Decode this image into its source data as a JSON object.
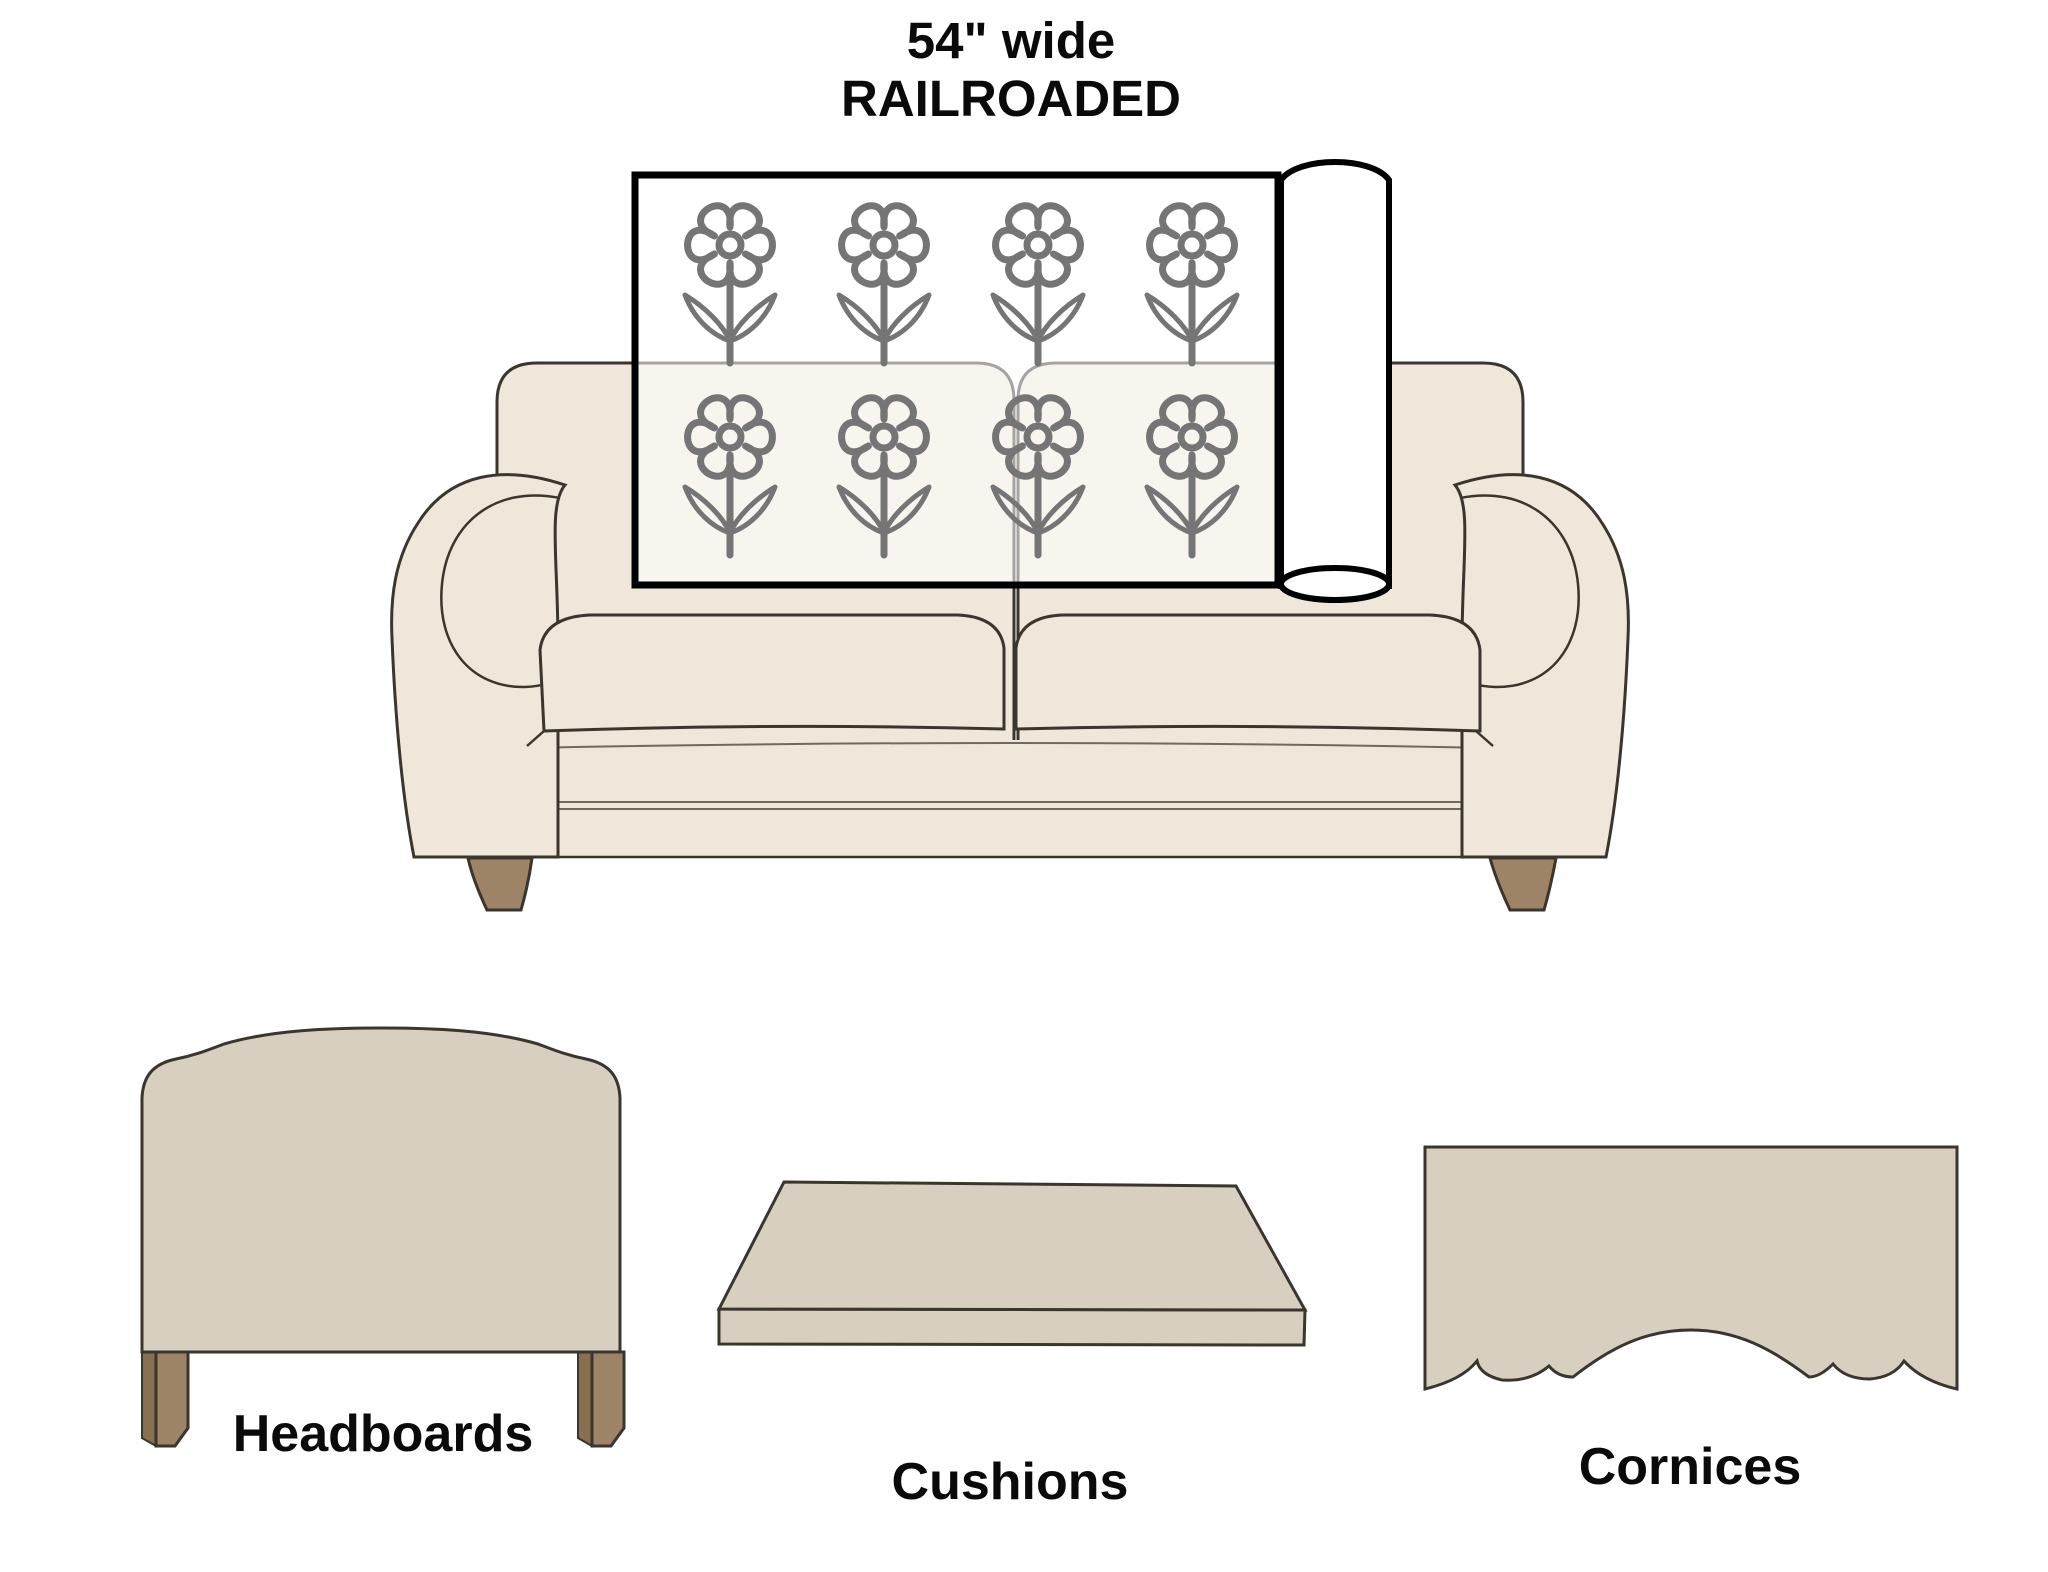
{
  "title": {
    "line1": "54\" wide",
    "line2": "RAILROADED"
  },
  "fabric": {
    "pattern_icon": "flower-icon",
    "flower_columns": 4,
    "flower_rows": 2
  },
  "sections": {
    "headboards": {
      "label": "Headboards"
    },
    "cushions": {
      "label": "Cushions"
    },
    "cornices": {
      "label": "Cornices"
    }
  },
  "colors": {
    "sofa": "#efe8da",
    "furniture": "#d7d0c1",
    "legBrown": "#9d8466",
    "legDark": "#86704f",
    "flowerGray": "#757575",
    "outline": "#3a352d",
    "outlineSoft": "#6e6a60",
    "black": "#000000",
    "text": "#0a0a0a"
  }
}
